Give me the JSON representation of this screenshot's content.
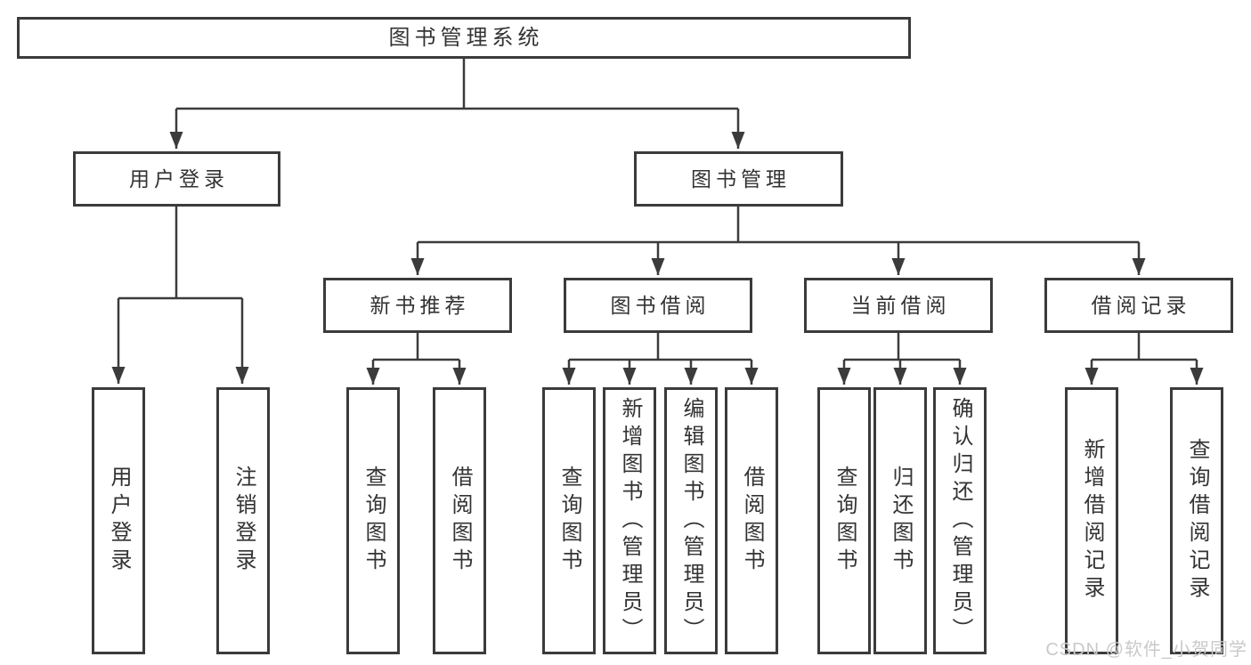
{
  "tree": {
    "root": {
      "label": "图书管理系统",
      "children": [
        {
          "label": "用户登录",
          "children": [
            {
              "label": "用户登录"
            },
            {
              "label": "注销登录"
            }
          ]
        },
        {
          "label": "图书管理",
          "children": [
            {
              "label": "新书推荐",
              "children": [
                {
                  "label": "查询图书"
                },
                {
                  "label": "借阅图书"
                }
              ]
            },
            {
              "label": "图书借阅",
              "children": [
                {
                  "label": "查询图书"
                },
                {
                  "label": "新增图书（管理员）"
                },
                {
                  "label": "编辑图书（管理员）"
                },
                {
                  "label": "借阅图书"
                }
              ]
            },
            {
              "label": "当前借阅",
              "children": [
                {
                  "label": "查询图书"
                },
                {
                  "label": "归还图书"
                },
                {
                  "label": "确认归还（管理员）"
                }
              ]
            },
            {
              "label": "借阅记录",
              "children": [
                {
                  "label": "新增借阅记录"
                },
                {
                  "label": "查询借阅记录"
                }
              ]
            }
          ]
        }
      ]
    }
  },
  "watermark": {
    "text": "CSDN @软件_小贺同学",
    "color": "#c9c9c9"
  },
  "colors": {
    "line": "#3b3b3b",
    "box_border": "#3b3b3b",
    "text": "#333333",
    "background": "#ffffff"
  }
}
